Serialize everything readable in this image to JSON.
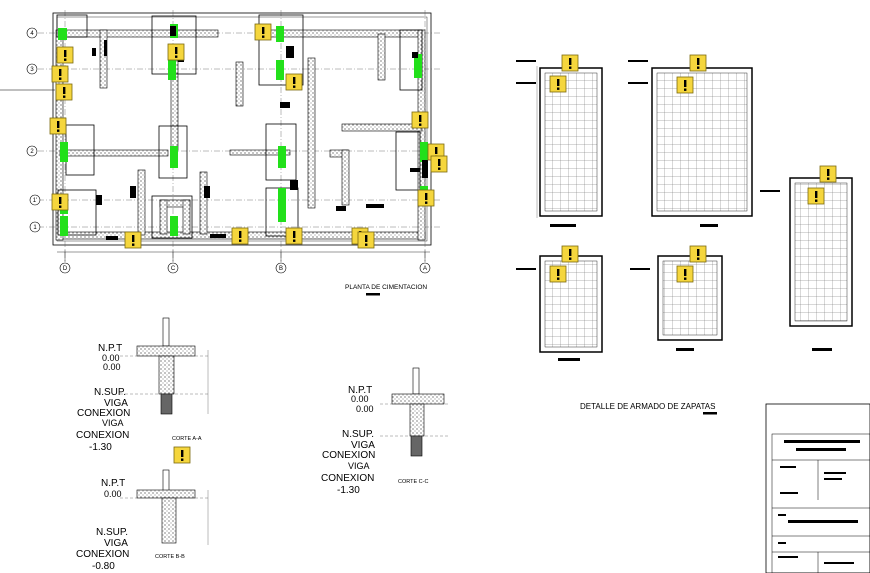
{
  "plan": {
    "title": "PLANTA DE CIMENTACION",
    "axes_numbers": [
      "4",
      "3",
      "2",
      "1'",
      "1"
    ],
    "axes_letters": [
      "D",
      "C",
      "B",
      "A"
    ]
  },
  "footings": {
    "title": "DETALLE DE ARMADO DE ZAPATAS"
  },
  "section_aa": {
    "npt": "N.P.T",
    "npt_value": "0.00",
    "nsup": "N.SUP.",
    "viga": "VIGA",
    "conexion": "CONEXION",
    "value": "-1.30",
    "caption": "CORTE A-A"
  },
  "section_bb": {
    "npt": "N.P.T",
    "npt_value": "0.00",
    "nsup": "N.SUP.",
    "viga": "VIGA",
    "conexion": "CONEXION",
    "value": "-0.80",
    "caption": "CORTE B-B"
  },
  "section_cc": {
    "npt": "N.P.T",
    "npt_value": "0.00",
    "nsup": "N.SUP.",
    "viga": "VIGA",
    "conexion": "CONEXION",
    "value": "-1.30",
    "caption": "CORTE C-C"
  },
  "colors": {
    "warning": "#f5d63d",
    "highlight": "#22e01a",
    "line": "#000000"
  }
}
